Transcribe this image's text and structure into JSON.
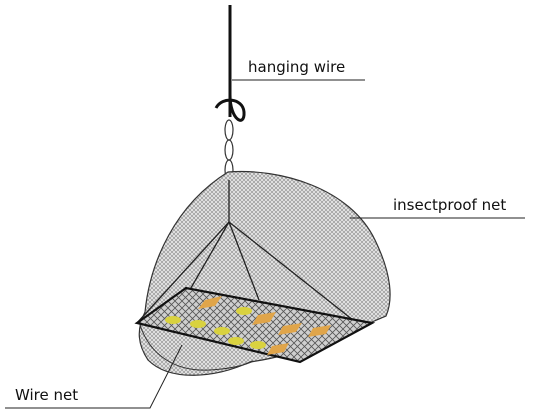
{
  "labels": {
    "hanging_wire": "hanging wire",
    "insectproof_net": "insectproof net",
    "wire_net": "Wire net"
  },
  "colors": {
    "net_fill": "#d6d6d6",
    "line": "#222222",
    "orange_item": "#e0a54a",
    "yellow_item": "#d9d23f"
  }
}
